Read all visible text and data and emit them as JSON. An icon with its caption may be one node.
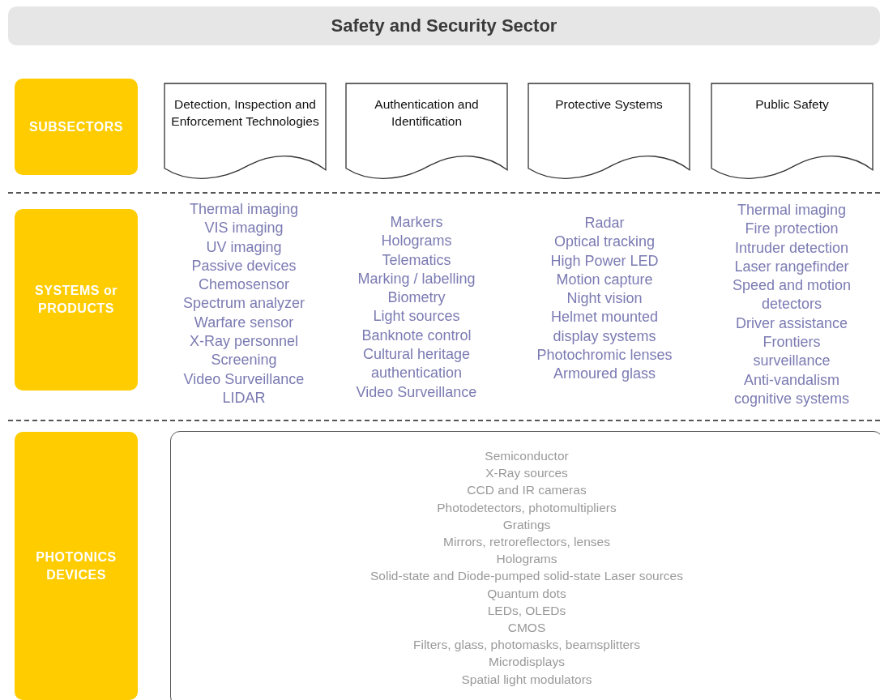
{
  "diagram": {
    "title": "Safety and Security Sector",
    "nodes": [
      {
        "text": [
          "SUBSECTORS"
        ]
      },
      {
        "text": [
          "Detection, Inspection and Enforcement Technologies"
        ]
      },
      {
        "text": [
          "Authentication and Identification"
        ]
      },
      {
        "text": [
          "Protective Systems"
        ]
      },
      {
        "text": [
          "Public Safety"
        ]
      },
      {
        "text": [
          "SYSTEMS or PRODUCTS"
        ]
      },
      {
        "text": [
          "PHOTONICS DEVICES"
        ]
      },
      {
        "text": [
          "Semiconductor",
          "X-Ray sources",
          "CCD and IR cameras",
          "Photodetectors, photomultipliers",
          "Gratings",
          "Mirrors, retroreflectors, lenses",
          "Holograms",
          "Solid-state and Diode-pumped solid-state Laser sources",
          "Quantum dots",
          "LEDs, OLEDs",
          "CMOS",
          "Filters, glass, photomasks, beamsplitters",
          "Microdisplays",
          "Spatial light modulators"
        ]
      }
    ],
    "labels": [
      "Thermal imaging",
      "VIS imaging",
      "UV imaging",
      "Passive devices",
      "Chemosensor",
      "Spectrum analyzer",
      "Warfare sensor",
      "X-Ray personnel Screening",
      "Video Surveillance",
      "LIDAR",
      "Markers",
      "Holograms",
      "Telematics",
      "Marking / labelling",
      "Biometry",
      "Light sources",
      "Banknote control",
      "Cultural heritage authentication",
      "Video Surveillance",
      "Radar",
      "Optical tracking",
      "High Power LED",
      "Motion capture",
      "Night vision",
      "Helmet mounted display systems",
      "Photochromic lenses",
      "Armoured glass",
      "Thermal imaging",
      "Fire protection",
      "Intruder detection",
      "Laser rangefinder",
      "Speed and motion detectors",
      "Driver assistance",
      "Frontiers surveillance",
      "Anti-vandalism cognitive systems"
    ]
  }
}
